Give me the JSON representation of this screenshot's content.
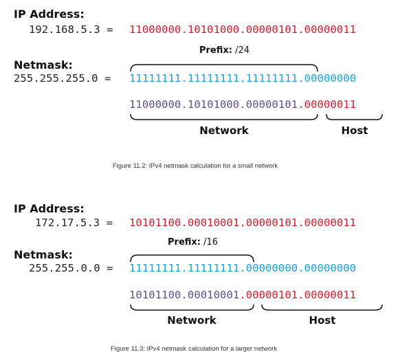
{
  "figures": [
    {
      "ip_label": "IP Address:",
      "ip_value": "192.168.5.3 =",
      "ip_binary": "11000000.10101000.00000101.00000011",
      "prefix_label": "Prefix:",
      "prefix_value": "/24",
      "mask_label": "Netmask:",
      "mask_value": "255.255.255.0 =",
      "mask_binary_ones": "11111111.11111111.11111111",
      "mask_binary_zeros": ".00000000",
      "net_binary_network": "11000000.10101000.00000101",
      "net_binary_host": ".00000011",
      "network_label": "Network",
      "host_label": "Host",
      "caption": "Figure 11.2: IPv4 netmask calculation for a small network"
    },
    {
      "ip_label": "IP Address:",
      "ip_value": "172.17.5.3 =",
      "ip_binary": "10101100.00010001.00000101.00000011",
      "prefix_label": "Prefix:",
      "prefix_value": "/16",
      "mask_label": "Netmask:",
      "mask_value": "255.255.0.0 =",
      "mask_binary_ones": "11111111.11111111",
      "mask_binary_zeros": ".00000000.00000000",
      "net_binary_network": "10101100.00010001",
      "net_binary_host": ".00000101.00000011",
      "network_label": "Network",
      "host_label": "Host",
      "caption": "Figure 11.3: IPv4 netmask calculation for a larger network"
    }
  ],
  "colors": {
    "ip_binary": "#d41c2c",
    "mask_ones": "#1aa0d8",
    "network_bits": "#5b4f8f"
  }
}
